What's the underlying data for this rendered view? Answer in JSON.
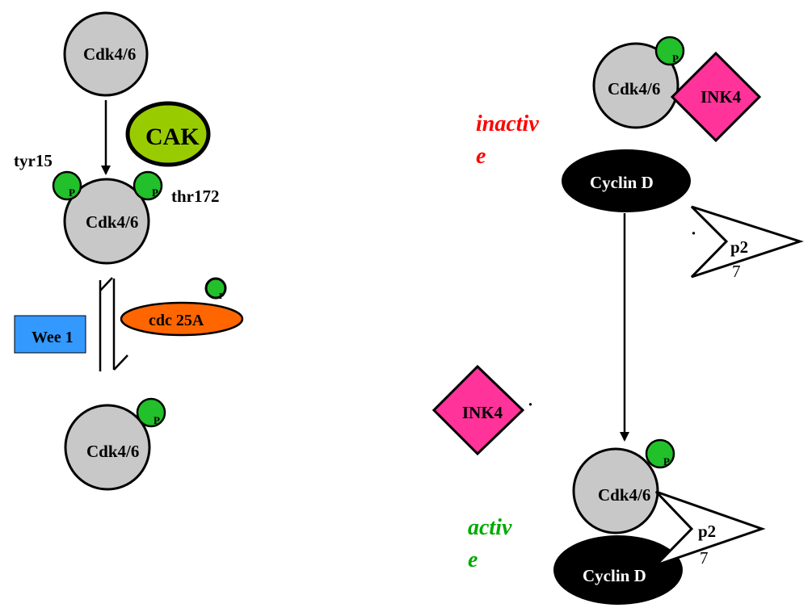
{
  "colors": {
    "cdk": "#c8c8c8",
    "phosphate": "#22c02a",
    "cak": "#99cc00",
    "wee1": "#3399ff",
    "cdc25a": "#ff6600",
    "ink4": "#ff3399",
    "cyclin": "#000000",
    "inactive": "#ff0000",
    "active": "#00aa00"
  },
  "icons": {
    "phosphate": "green-circle",
    "cdk": "grey-circle",
    "ink4": "pink-diamond",
    "p27": "open-chevron"
  },
  "labels": {
    "cdk": "Cdk4/6",
    "cak": "CAK",
    "tyr15": "tyr15",
    "thr172": "thr172",
    "phospho": "P",
    "wee1": "Wee 1",
    "cdc25a": "cdc 25A",
    "ink4": "INK4",
    "cyclin_d": "Cyclin D",
    "p27_a": "p2",
    "p27_b": "7",
    "dot": "·",
    "inactive_1": "inactiv",
    "inactive_2": "e",
    "active_1": "activ",
    "active_2": "e"
  }
}
